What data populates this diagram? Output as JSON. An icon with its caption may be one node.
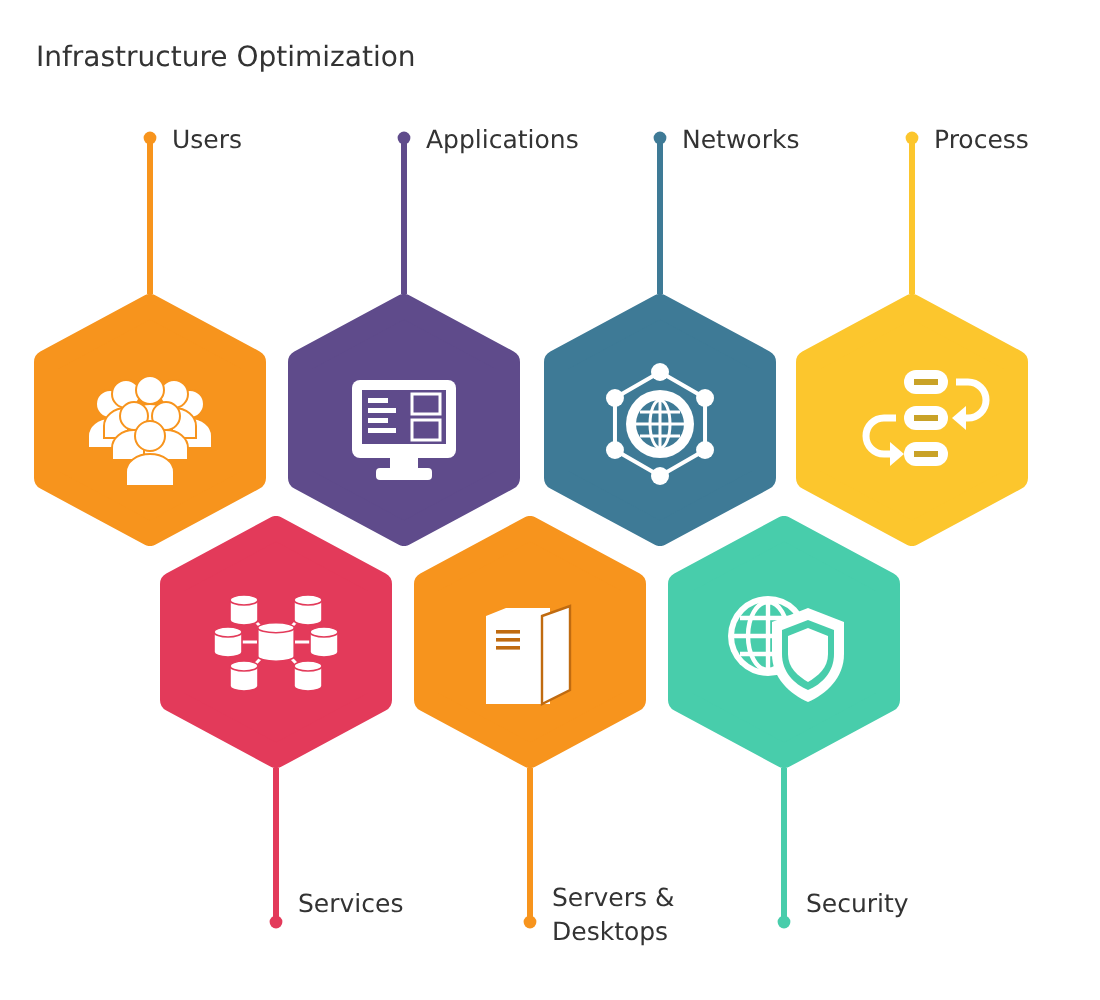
{
  "diagram": {
    "title": "Infrastructure Optimization",
    "nodes": [
      {
        "text": [
          "Users"
        ]
      },
      {
        "text": [
          "Applications"
        ]
      },
      {
        "text": [
          "Networks"
        ]
      },
      {
        "text": [
          "Process"
        ]
      },
      {
        "text": [],
        "shape": "hexagon"
      },
      {
        "text": [],
        "shape": "hexagon"
      },
      {
        "text": [],
        "shape": "hexagon"
      },
      {
        "text": [],
        "shape": "hexagon"
      },
      {
        "text": [],
        "shape": "hexagon"
      },
      {
        "text": [],
        "shape": "hexagon"
      },
      {
        "text": [],
        "shape": "hexagon"
      },
      {
        "text": [
          "Services"
        ]
      },
      {
        "text": [
          "Servers & Desktops"
        ]
      },
      {
        "text": [
          "Security"
        ]
      }
    ],
    "edges": [
      {
        "from": 0,
        "to": 4,
        "arrow": "other",
        "color": "#f7941d"
      },
      {
        "from": 1,
        "to": 5,
        "arrow": "other",
        "color": "#5f4b8b"
      },
      {
        "from": 2,
        "to": 6,
        "arrow": "other",
        "color": "#3e7a96"
      },
      {
        "from": 3,
        "to": 7,
        "arrow": "other",
        "color": "#fcc62d"
      },
      {
        "from": 11,
        "to": 8,
        "arrow": "other",
        "color": "#e33a5a"
      },
      {
        "from": 12,
        "to": 9,
        "arrow": "other",
        "color": "#f7941d"
      },
      {
        "from": 13,
        "to": 10,
        "arrow": "other",
        "color": "#48cdab"
      }
    ]
  }
}
